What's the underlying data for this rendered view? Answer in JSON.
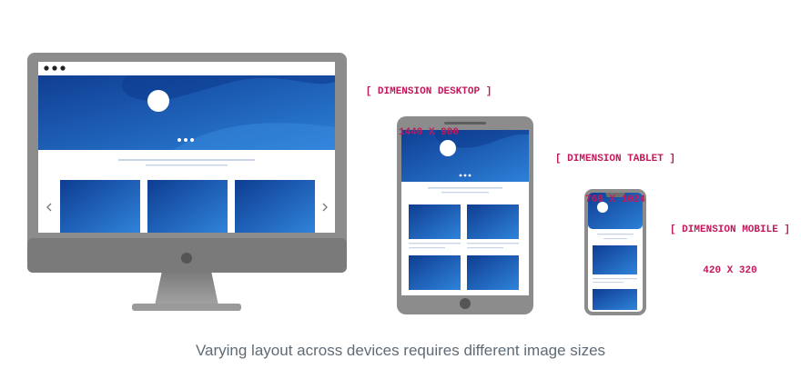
{
  "labels": {
    "desktop": {
      "name": "[ DIMENSION DESKTOP ]",
      "size": "1440 X 900"
    },
    "tablet": {
      "name": "[ DIMENSION TABLET ]",
      "size": "768 X 1024"
    },
    "mobile": {
      "name": "[ DIMENSION MOBILE ]",
      "size": "420 X 320"
    }
  },
  "caption": "Varying layout across devices requires different image sizes",
  "colors": {
    "accent_text": "#c2185b",
    "device_frame": "#8a8a8a",
    "device_frame_dark": "#6f6f6f",
    "hero_dark": "#12459a",
    "hero_light": "#2b7fd6",
    "tile_dark": "#134aa1",
    "tile_light": "#2d80d8"
  },
  "icons": [
    "window-dots-icon",
    "carousel-prev-icon",
    "carousel-next-icon",
    "home-button-icon",
    "camera-notch-icon"
  ]
}
